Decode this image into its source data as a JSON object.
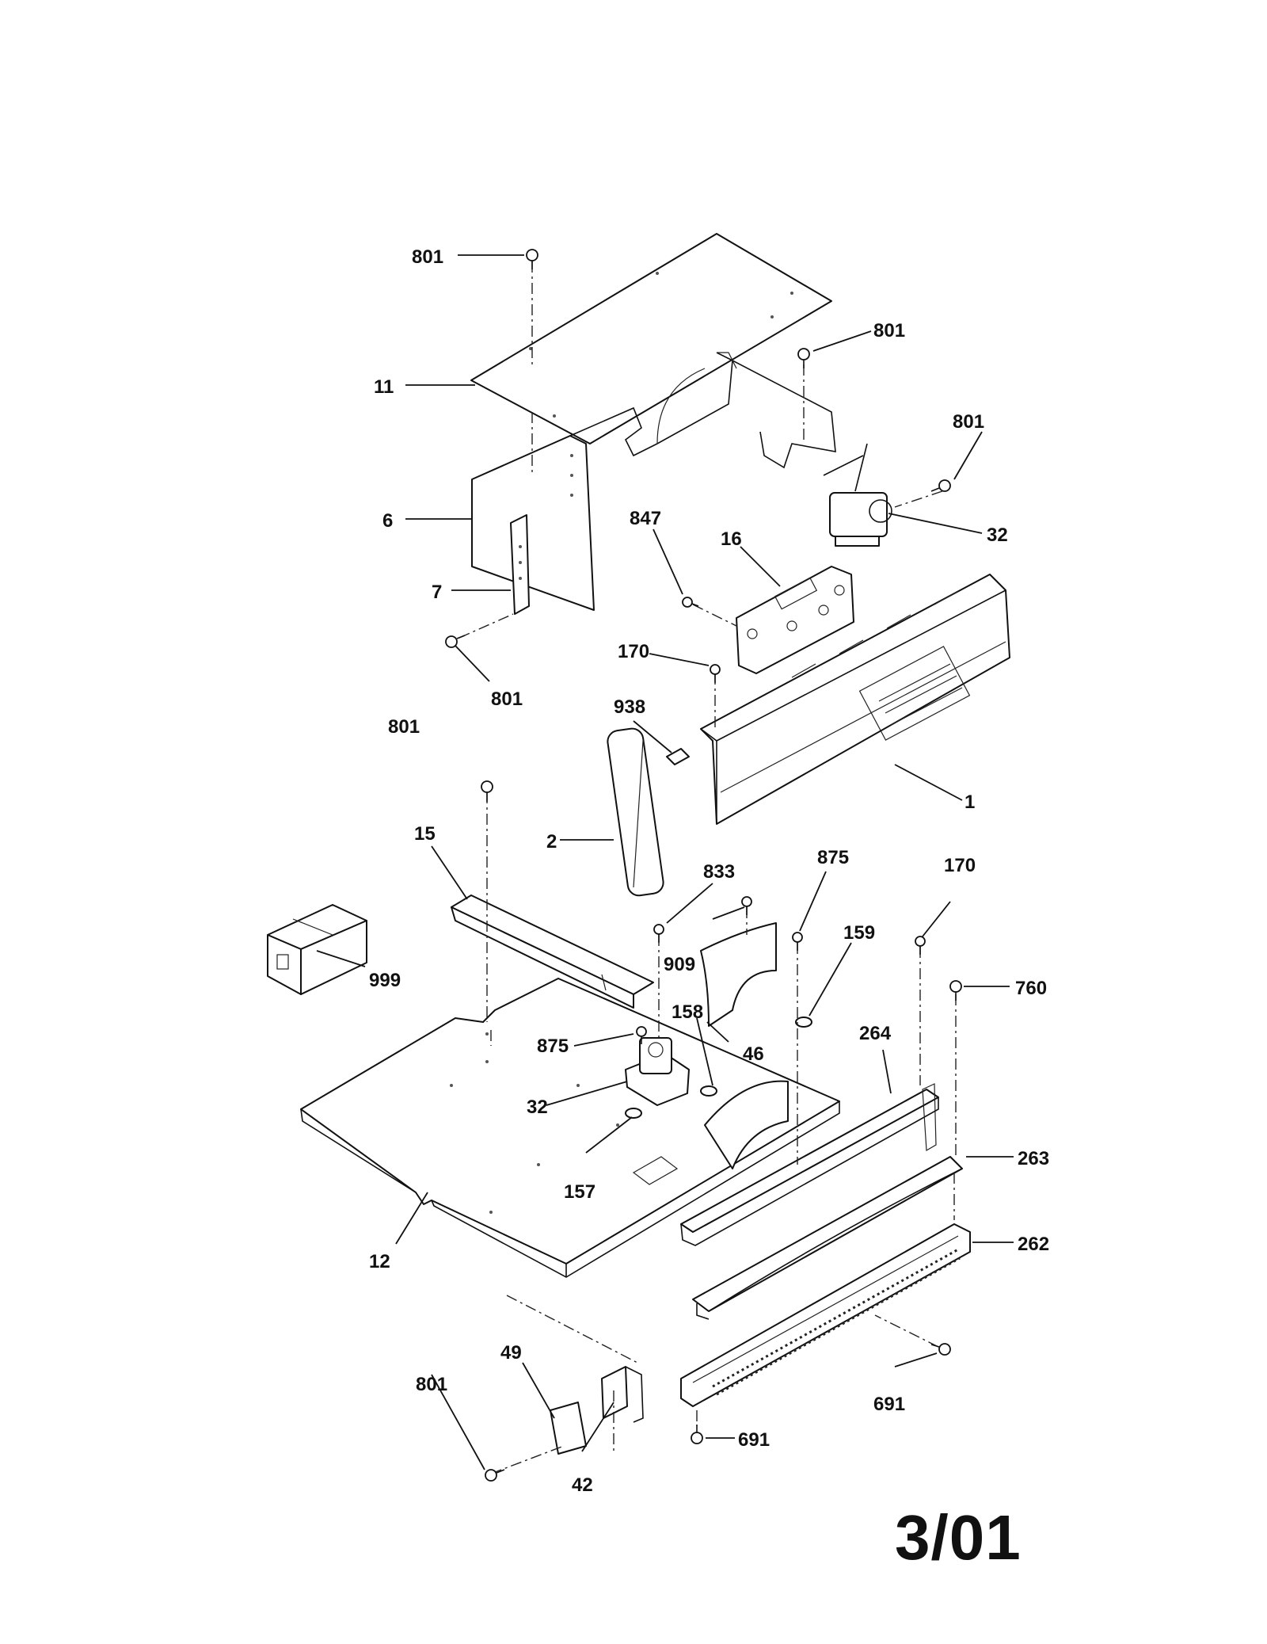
{
  "stamp": "3/01",
  "callouts": {
    "c801a": "801",
    "c801b": "801",
    "c801c": "801",
    "c801d": "801",
    "c801e": "801",
    "c801f": "801",
    "c11": "11",
    "c6": "6",
    "c7": "7",
    "c32a": "32",
    "c847": "847",
    "c16": "16",
    "c170a": "170",
    "c938": "938",
    "c1": "1",
    "c2": "2",
    "c15": "15",
    "c999": "999",
    "c833": "833",
    "c875a": "875",
    "c909": "909",
    "c170b": "170",
    "c159": "159",
    "c760": "760",
    "c875b": "875",
    "c158": "158",
    "c46": "46",
    "c264": "264",
    "c32b": "32",
    "c263": "263",
    "c157": "157",
    "c12": "12",
    "c262": "262",
    "c691a": "691",
    "c691b": "691",
    "c49": "49",
    "c42": "42"
  }
}
